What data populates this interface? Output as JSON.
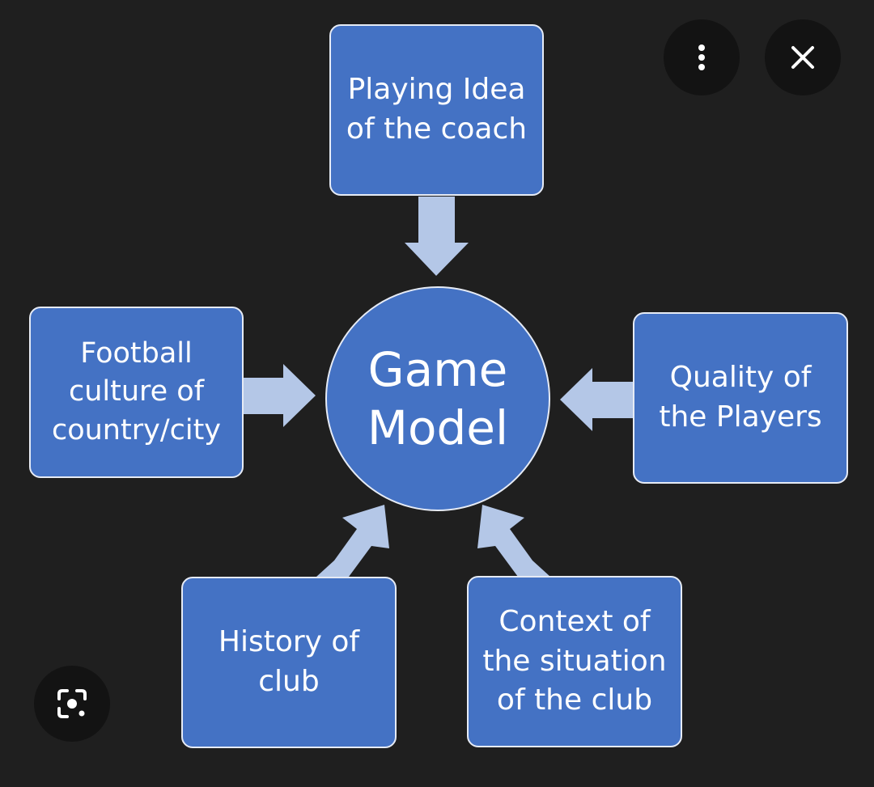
{
  "diagram": {
    "center": "Game\nModel",
    "nodes": {
      "top": "Playing Idea\nof the coach",
      "left": "Football\nculture of\ncountry/city",
      "right": "Quality of\nthe Players",
      "bottom_left": "History of\nclub",
      "bottom_right": "Context of\nthe situation\nof the club"
    },
    "colors": {
      "box_fill": "#4472c4",
      "box_border": "#e6ebf5",
      "arrow_fill": "#b4c7e7",
      "background": "#1f1f1f"
    }
  },
  "controls": {
    "more": "more-vert-icon",
    "close": "close-icon",
    "lens": "lens-search-icon"
  }
}
